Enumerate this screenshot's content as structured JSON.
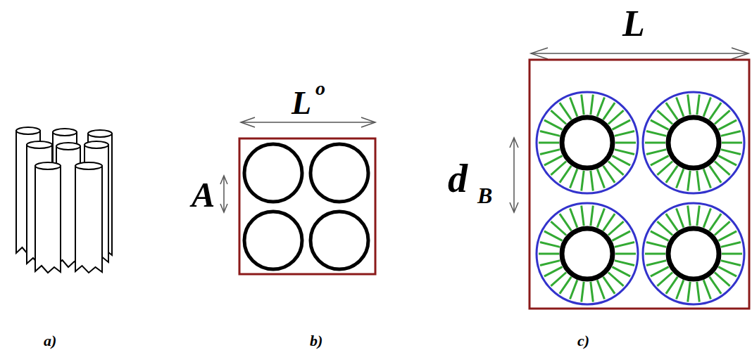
{
  "diagram": {
    "labels": [
      "L",
      "o",
      "A",
      "L",
      "d",
      "B",
      "a)",
      "b)",
      "c)"
    ]
  }
}
